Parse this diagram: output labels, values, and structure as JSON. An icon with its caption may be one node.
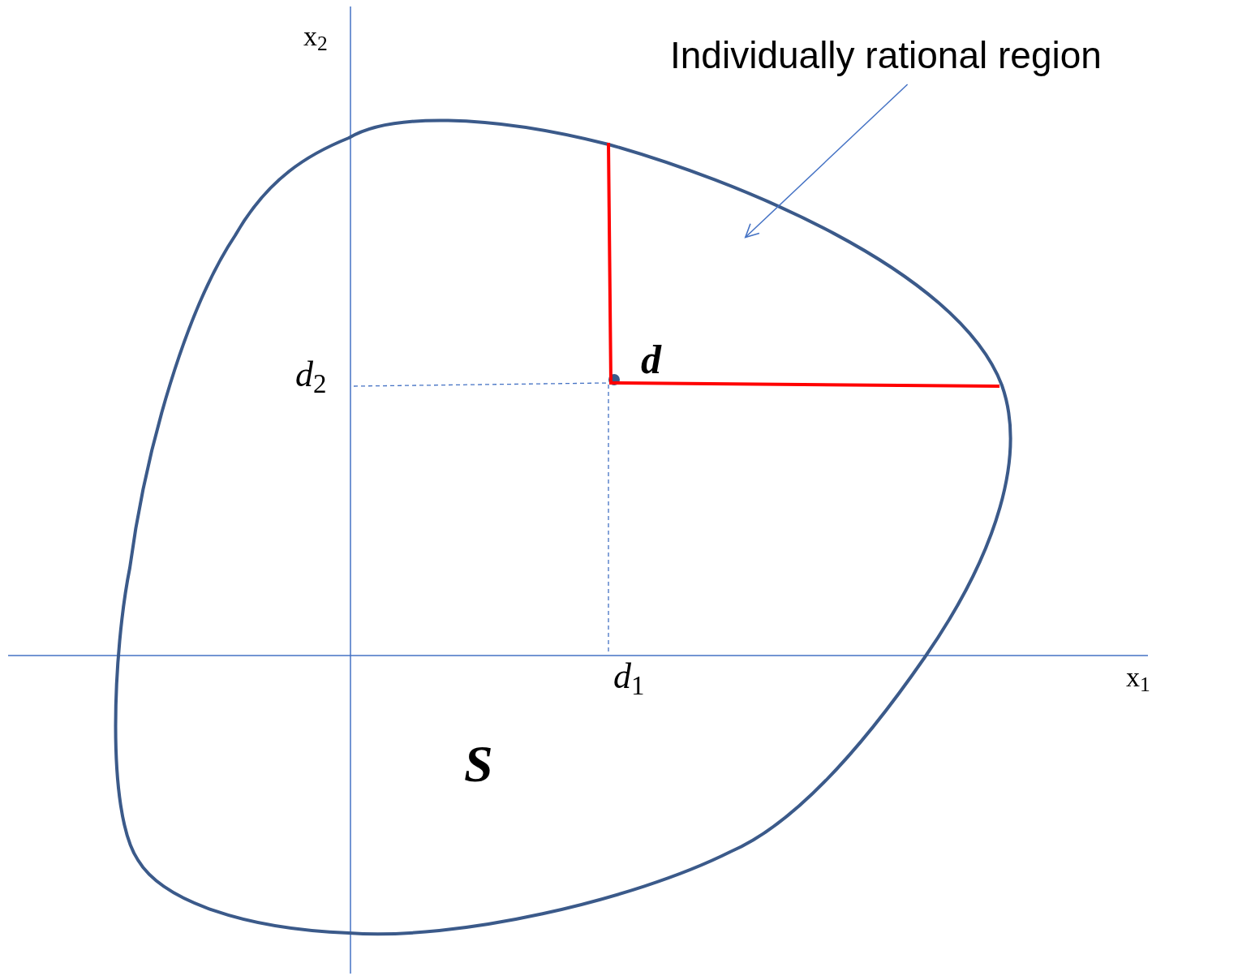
{
  "diagram": {
    "nodes": [
      {
        "text": [
          "Individually rational region"
        ]
      },
      {
        "text": [],
        "shape": "region"
      }
    ],
    "edges": [
      {
        "from": 0,
        "to": 1,
        "arrow": "to"
      }
    ],
    "labels": [
      "x$_{2}$",
      "*d*$_{2}$",
      "d",
      "*d*$_{1}$",
      "x$_{1}$",
      "S"
    ]
  }
}
